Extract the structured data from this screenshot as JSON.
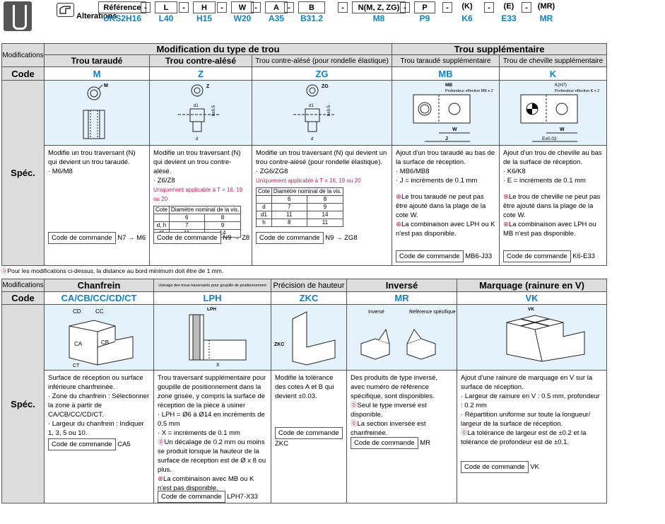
{
  "header": {
    "alterations_label": "Alterations",
    "reference_label": "Référence",
    "columns": [
      {
        "name": "L",
        "value": "L40"
      },
      {
        "name": "H",
        "value": "H15"
      },
      {
        "name": "W",
        "value": "W20"
      },
      {
        "name": "A",
        "value": "A35"
      },
      {
        "name": "B",
        "value": "B31.2"
      },
      {
        "name": "N(M, Z, ZG)",
        "value": "M8"
      },
      {
        "name": "P",
        "value": "P9"
      },
      {
        "name": "(K)",
        "value": "K6"
      },
      {
        "name": "(E)",
        "value": "E33"
      },
      {
        "name": "(MR)",
        "value": "MR"
      }
    ],
    "reference_value": "UKS2H16",
    "dash": "-"
  },
  "table1": {
    "mod_label": "Modifications",
    "group1": "Modification du type de trou",
    "group2": "Trou supplémentaire",
    "code_label": "Code",
    "spec_label": "Spéc.",
    "cols": [
      {
        "title": "Trou taraudé",
        "code": "M",
        "spec": [
          "Modifie un trou traversant (N) qui devient un trou taraudé.",
          "· M6/M8"
        ],
        "cmd_label": "Code de commande",
        "cmd": "N7 → M6"
      },
      {
        "title": "Trou contre-alésé",
        "code": "Z",
        "spec": [
          "Modifie un trou traversant (N) qui devient un trou contre-alésé.",
          "· Z6/Z8"
        ],
        "warn": "Uniquement applicable à T = 16, 19 ou 20",
        "cmd_label": "Code de commande",
        "cmd": "N9 → Z8"
      },
      {
        "title": "Trou contre-alésé (pour rondelle élastique)",
        "code": "ZG",
        "spec": [
          "Modifie un trou traversant (N) qui devient un trou contre-alésé (pour rondelle élastique).",
          "· ZG6/ZG8"
        ],
        "warn": "Uniquement applicable à T = 16, 19 ou 20",
        "cmd_label": "Code de commande",
        "cmd": "N9 → ZG8"
      },
      {
        "title": "Trou taraudé supplémentaire",
        "code": "MB",
        "spec": [
          "Ajout d'un trou taraudé au bas de la surface de réception.",
          "· MB6/MB8",
          "· J = incréments de 0.1 mm"
        ],
        "bad1": "Le trou taraudé ne peut pas être ajouté dans la plage de la cote W.",
        "bad2": "La combinaison avec LPH ou K n'est pas disponible.",
        "cmd_label": "Code de commande",
        "cmd": "MB6-J33"
      },
      {
        "title": "Trou de cheville supplémentaire",
        "code": "K",
        "spec": [
          "Ajout d'un trou de cheville au bas de la surface de réception.",
          "· K6/K8",
          "· E = incréments de 0.1 mm"
        ],
        "bad1": "Le trou de cheville ne peut pas être ajouté dans la plage de la cote W.",
        "bad2": "La combinaison avec LPH ou MB n'est pas disponible.",
        "cmd_label": "Code de commande",
        "cmd": "K6-E33"
      }
    ],
    "z_table": {
      "h": [
        "Cote",
        "Diamètre nominal de la vis."
      ],
      "rows": [
        [
          "",
          "6",
          "8"
        ],
        [
          "d, h",
          "7",
          "9"
        ],
        [
          "d1",
          "11",
          "14"
        ]
      ]
    },
    "zg_table": {
      "h": [
        "Cote",
        "Diamètre nominal de la vis."
      ],
      "rows": [
        [
          "",
          "6",
          "8"
        ],
        [
          "d",
          "7",
          "9"
        ],
        [
          "d1",
          "11",
          "14"
        ],
        [
          "h",
          "8",
          "11"
        ]
      ]
    },
    "fig": {
      "m": "M",
      "z": "Z",
      "zg": "ZG",
      "d1": "d1",
      "d": "d",
      "h05": "h±0.5",
      "mb": "MB",
      "mb_depth": "Profondeur effective MB x 2",
      "w": "W",
      "j": "J",
      "k": "K(H7)",
      "k_depth": "Profondeur effective K x 2",
      "e": "E±0.02"
    }
  },
  "note": "Pour les modifications ci-dessus, la distance au bord minimum doit être de 1 mm.",
  "table2": {
    "mod_label": "Modifications",
    "code_label": "Code",
    "spec_label": "Spéc.",
    "cols": [
      {
        "title": "Chanfrein",
        "code": "CA/CB/CC/CD/CT",
        "spec": [
          "Surface de réception ou surface inférieure chanfreinée.",
          "· Zone du chanfrein : Sélectionner la zone à partir de CA/CB/CC/CD/CT.",
          "· Largeur du chanfrein : Indiquer 1, 3, 5 ou 10."
        ],
        "cmd_label": "Code de commande",
        "cmd": "CA5"
      },
      {
        "title": "Usinage des trous traversants pour goupille de positionnement",
        "code": "LPH",
        "spec": [
          "Trou traversant supplémentaire pour goupille de positionnement dans la zone grisée, y compris la surface de réception de la pièce à usiner",
          "· LPH = Ø6 à Ø14 en incréments de 0.5 mm",
          "· X = incréments de 0.1 mm"
        ],
        "warn": "Un décalage de 0.2 mm ou moins se produit lorsque la hauteur de la surface de réception est de Ø x 8 ou plus.",
        "bad": "La combinaison avec MB ou K n'est pas disponible.",
        "cmd_label": "Code de commande",
        "cmd": "LPH7-X33"
      },
      {
        "title": "Précision de hauteur",
        "code": "ZKC",
        "spec": [
          "Modifie la tolérance des cotes A et B qui devient ±0.03."
        ],
        "cmd_label": "Code de commande",
        "cmd": "ZKC"
      },
      {
        "title": "Inversé",
        "code": "MR",
        "spec": [
          "Des produits de type inversé, avec numéro de référence spécifique, sont disponibles."
        ],
        "w1": "Seul le type inversé est disponible.",
        "w2": "La section inversée est chanfreinée.",
        "cmd_label": "Code de commande",
        "cmd": "MR"
      },
      {
        "title": "Marquage (rainure en V)",
        "code": "VK",
        "spec": [
          "Ajout d'une rainure de marquage en V sur la surface de réception.",
          "· Largeur de rainure en V : 0.5 mm, profondeur : 0.2 mm",
          "· Répartition uniforme sur toute la longueur/ largeur de la surface de réception."
        ],
        "warn": "La tolérance de largeur est de ±0.2 et la tolérance de profondeur est de ±0.1.",
        "cmd_label": "Code de commande",
        "cmd": "VK"
      }
    ],
    "fig": {
      "cd": "CD",
      "cc": "CC",
      "ca": "CA",
      "cb": "CB",
      "ct": "CT",
      "lph": "LPH",
      "x": "X",
      "zkc": "ZKC",
      "inv": "Inversé",
      "ref": "Référence spécifique",
      "vk": "VK"
    }
  }
}
